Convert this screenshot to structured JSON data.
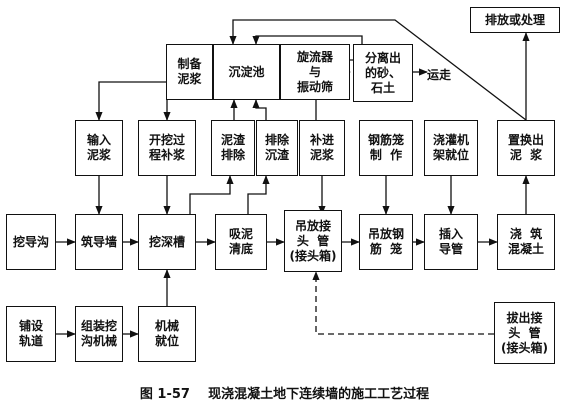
{
  "diagram": {
    "caption": "图 1-57    现浇混凝土地下连续墙的施工工艺过程",
    "send_away": "运走",
    "nodes": [
      {
        "id": "prepare_mud",
        "label": "制备\n泥浆"
      },
      {
        "id": "settling_tank",
        "label": "沉淀池"
      },
      {
        "id": "cyclone",
        "label": "旋流器\n与\n振动筛"
      },
      {
        "id": "sand_out",
        "label": "分离出\n的砂、\n石土"
      },
      {
        "id": "discharge",
        "label": "排放或处理"
      },
      {
        "id": "input_mud",
        "label": "输入\n泥浆"
      },
      {
        "id": "dig_refill",
        "label": "开挖过\n程补浆"
      },
      {
        "id": "mud_out",
        "label": "泥渣\n排除"
      },
      {
        "id": "sediment_out",
        "label": "排除\n沉渣"
      },
      {
        "id": "refill_mud",
        "label": "补进\n泥浆"
      },
      {
        "id": "cage_make",
        "label": "钢筋笼\n制  作"
      },
      {
        "id": "tremie_ready",
        "label": "浇灌机\n架就位"
      },
      {
        "id": "replace_mud",
        "label": "置换出\n泥  浆"
      },
      {
        "id": "guide_ditch",
        "label": "挖导沟"
      },
      {
        "id": "guide_wall",
        "label": "筑导墙"
      },
      {
        "id": "deep_trench",
        "label": "挖深槽"
      },
      {
        "id": "suction",
        "label": "吸泥\n清底"
      },
      {
        "id": "lift_joint",
        "label": "吊放接\n头  管\n(接头箱)"
      },
      {
        "id": "lift_cage",
        "label": "吊放钢\n筋  笼"
      },
      {
        "id": "insert_pipe",
        "label": "插入\n导管"
      },
      {
        "id": "pour",
        "label": "浇  筑\n混凝土"
      },
      {
        "id": "lay_track",
        "label": "铺设\n轨道"
      },
      {
        "id": "assemble",
        "label": "组装挖\n沟机械"
      },
      {
        "id": "machine_ready",
        "label": "机械\n就位"
      },
      {
        "id": "pull_joint",
        "label": "拔出接\n头  管\n(接头箱)"
      }
    ]
  }
}
